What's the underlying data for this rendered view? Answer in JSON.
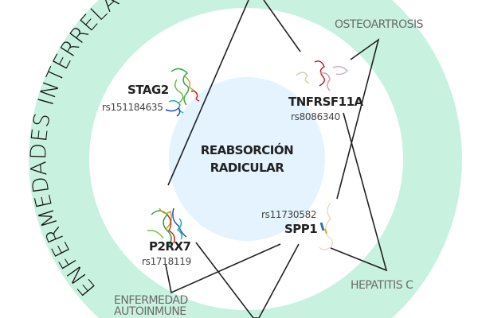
{
  "ring_title": "ENFERMEDADES INTERRELACIONADAS",
  "center": {
    "line1": "REABSORCIÓN",
    "line2": "RADICULAR"
  },
  "genes": [
    {
      "name": "STAG2",
      "snp": "rs151184635"
    },
    {
      "name": "TNFRSF11A",
      "snp": "rs8086340"
    },
    {
      "name": "SPP1",
      "snp": "rs11730582"
    },
    {
      "name": "P2RX7",
      "snp": "rs1718119"
    }
  ],
  "diseases": {
    "osteo": "OSTEOARTROSIS",
    "hepatitis": "HEPATITIS C",
    "autoimmune_1": "ENFERMEDAD",
    "autoimmune_2": "AUTOINMUNE"
  },
  "colors": {
    "ring": "#c8f2df",
    "center": "#e4f3fd",
    "line": "#222222",
    "disease_text": "#6a6a6a"
  }
}
